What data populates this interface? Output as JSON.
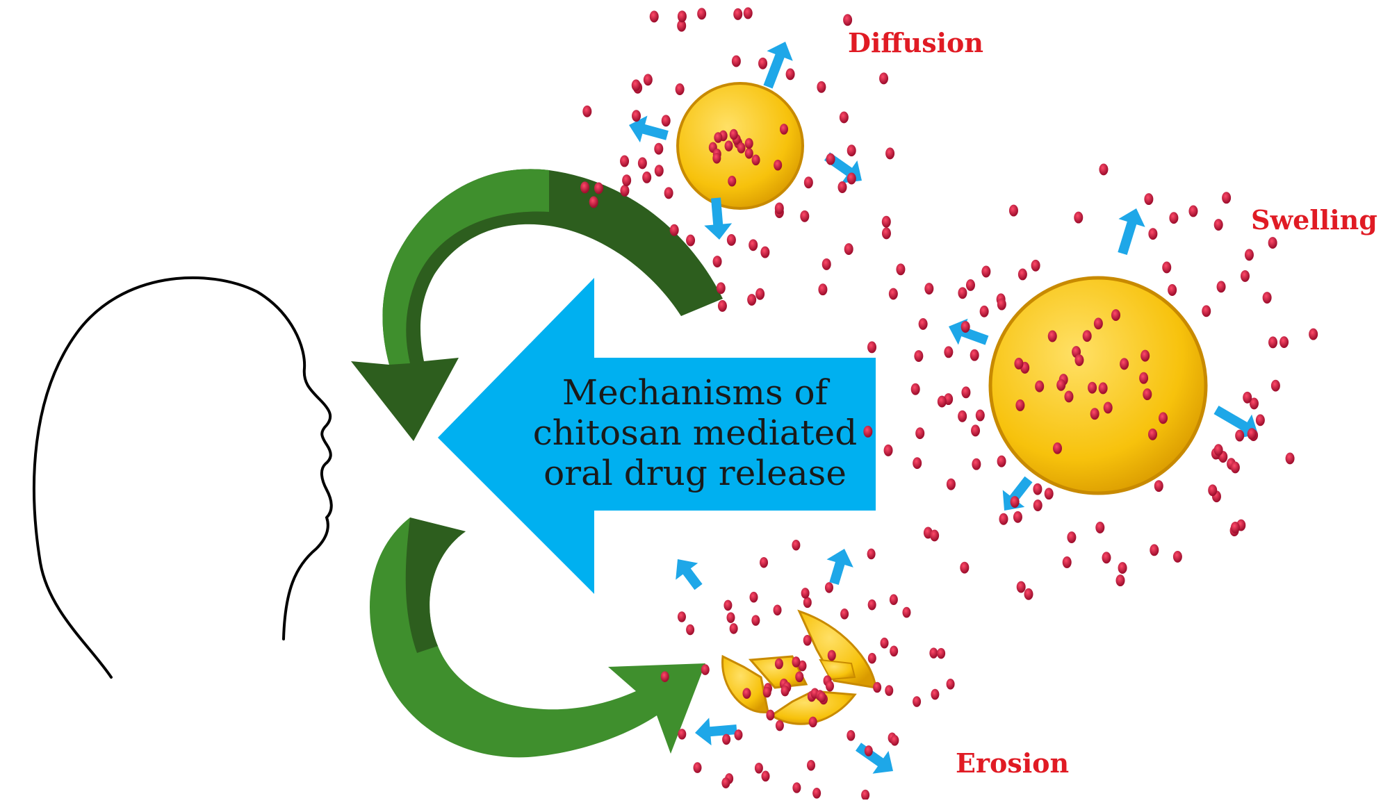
{
  "diagram": {
    "center_title": {
      "line1": "Mechanisms of",
      "line2": "chitosan mediated",
      "line3": "oral drug release"
    },
    "labels": {
      "diffusion": "Diffusion",
      "swelling": "Swelling",
      "erosion": "Erosion"
    },
    "colors": {
      "big_arrow": "#00b0f0",
      "small_arrows": "#1ea7e8",
      "curved_arrows_dark": "#2d5e1e",
      "curved_arrows_light": "#3f8f2d",
      "particle_fill": "#c8c8c8",
      "particle_core": "#c4163a",
      "drug_particles": "#c4163a",
      "mechanism_labels": "#e01b24",
      "head_outline": "#000000"
    },
    "icons": [
      "head-profile-outline",
      "curved-arrow-top",
      "curved-arrow-bottom",
      "left-arrow"
    ]
  }
}
